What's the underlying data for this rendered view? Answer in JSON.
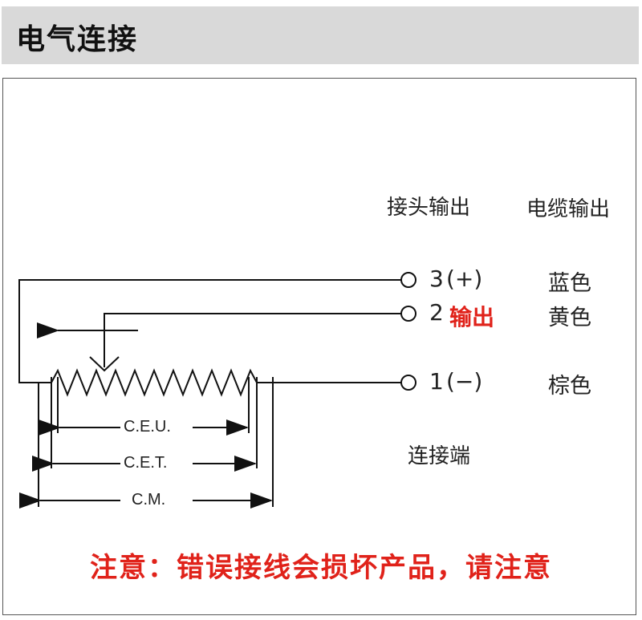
{
  "header": {
    "title": "电气连接"
  },
  "columns": {
    "connector_output": "接头输出",
    "cable_output": "电缆输出"
  },
  "pins": [
    {
      "number": "3",
      "label": "(+)",
      "color_name": "蓝色"
    },
    {
      "number": "2",
      "label": "输出",
      "color_name": "黄色"
    },
    {
      "number": "1",
      "label": "(−)",
      "color_name": "棕色"
    }
  ],
  "terminal_label": "连接端",
  "dimensions": {
    "ceu": "C.E.U.",
    "cet": "C.E.T.",
    "cm": "C.M."
  },
  "warning": "注意：错误接线会损坏产品，请注意",
  "colors": {
    "accent_red": "#e0221a",
    "header_bg": "#d9d9d9",
    "line": "#111111"
  }
}
